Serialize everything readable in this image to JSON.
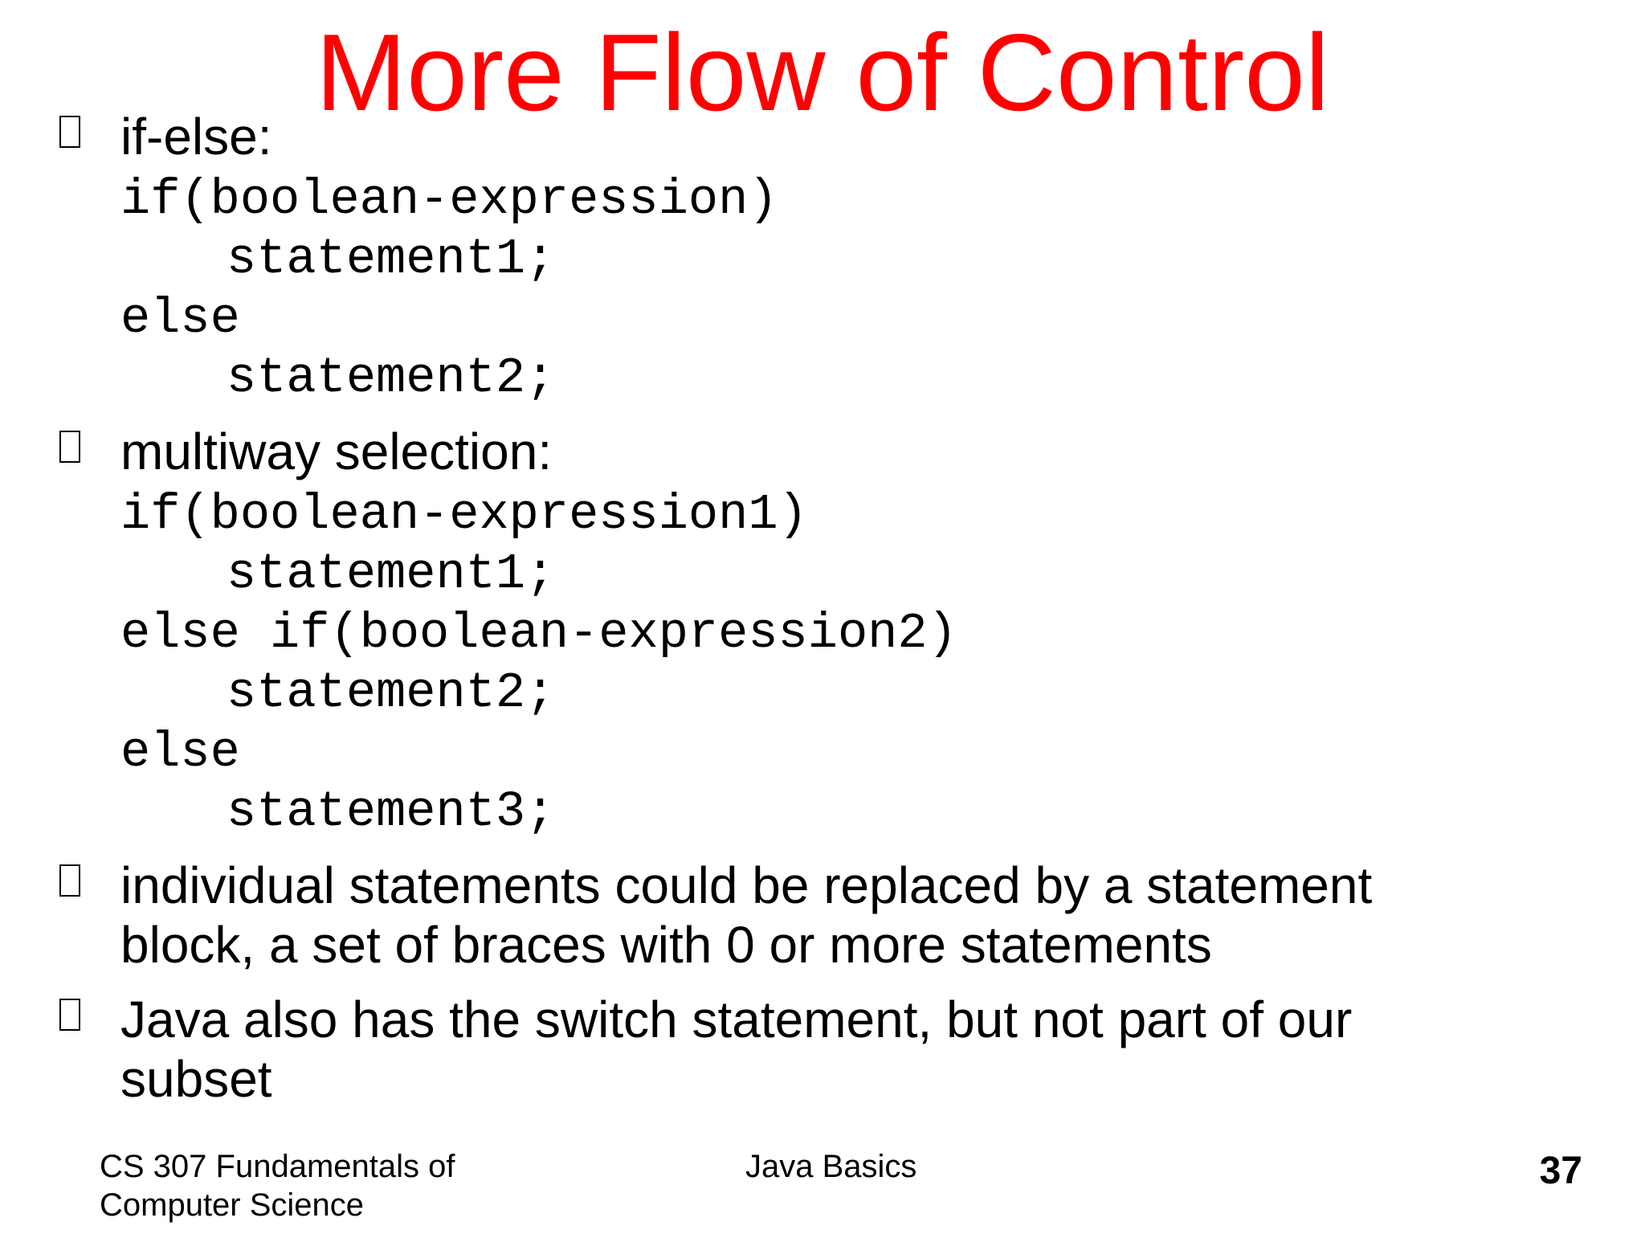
{
  "slide": {
    "title": "More Flow of Control",
    "bullets": [
      {
        "text": "if-else:",
        "code": [
          "if(boolean-expression)",
          "statement1;",
          "else",
          "statement2;"
        ]
      },
      {
        "text": "multiway selection:",
        "code": [
          "if(boolean-expression1)",
          "statement1;",
          "else if(boolean-expression2)",
          "statement2;",
          "else",
          "statement3;"
        ]
      },
      {
        "lines": [
          "individual statements could be replaced by a statement",
          "block, a set of braces with 0 or more statements"
        ]
      },
      {
        "lines": [
          "Java also has the switch statement, but not part of our",
          "subset"
        ]
      }
    ],
    "footer": {
      "course_line1": "CS 307 Fundamentals of",
      "course_line2": "Computer Science",
      "topic": "Java Basics",
      "page_number": "37"
    },
    "colors": {
      "title": "#ff0000",
      "text": "#000000",
      "background": "#ffffff"
    }
  }
}
